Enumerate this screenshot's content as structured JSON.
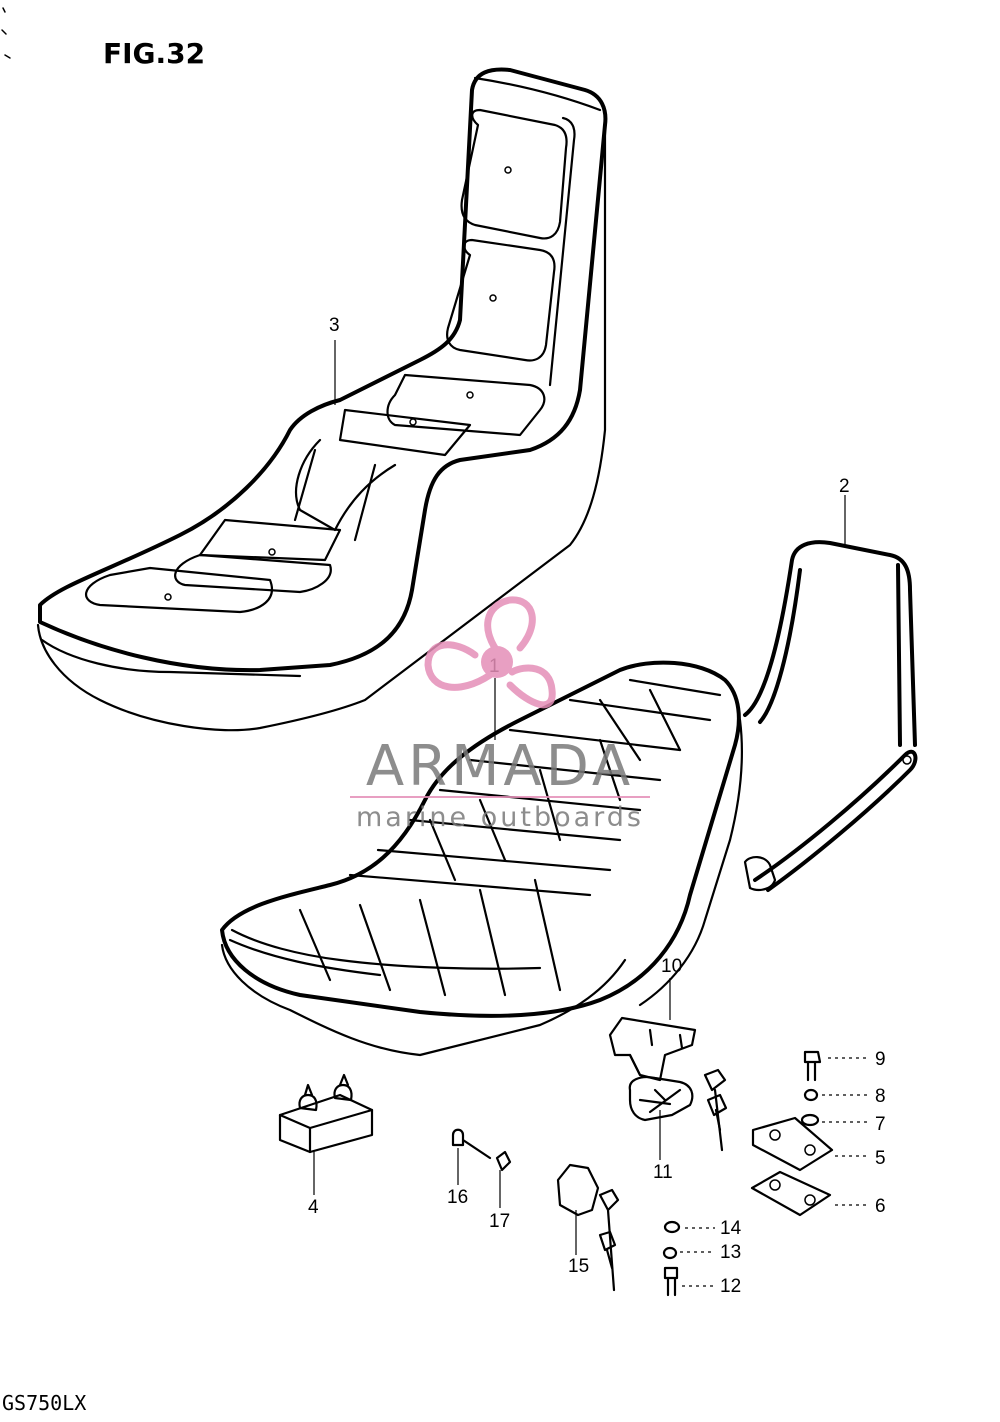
{
  "figure": {
    "title": "FIG.32",
    "model": "GS750LX"
  },
  "parts": {
    "p1": "1",
    "p2": "2",
    "p3": "3",
    "p4": "4",
    "p5": "5",
    "p6": "6",
    "p7": "7",
    "p8": "8",
    "p9": "9",
    "p10": "10",
    "p11": "11",
    "p12": "12",
    "p13": "13",
    "p14": "14",
    "p15": "15",
    "p16": "16",
    "p17": "17"
  },
  "watermark": {
    "brand": "ARMADA",
    "tagline": "marine outboards",
    "color": "#e58fb8",
    "text_color": "#7a7a7a"
  }
}
